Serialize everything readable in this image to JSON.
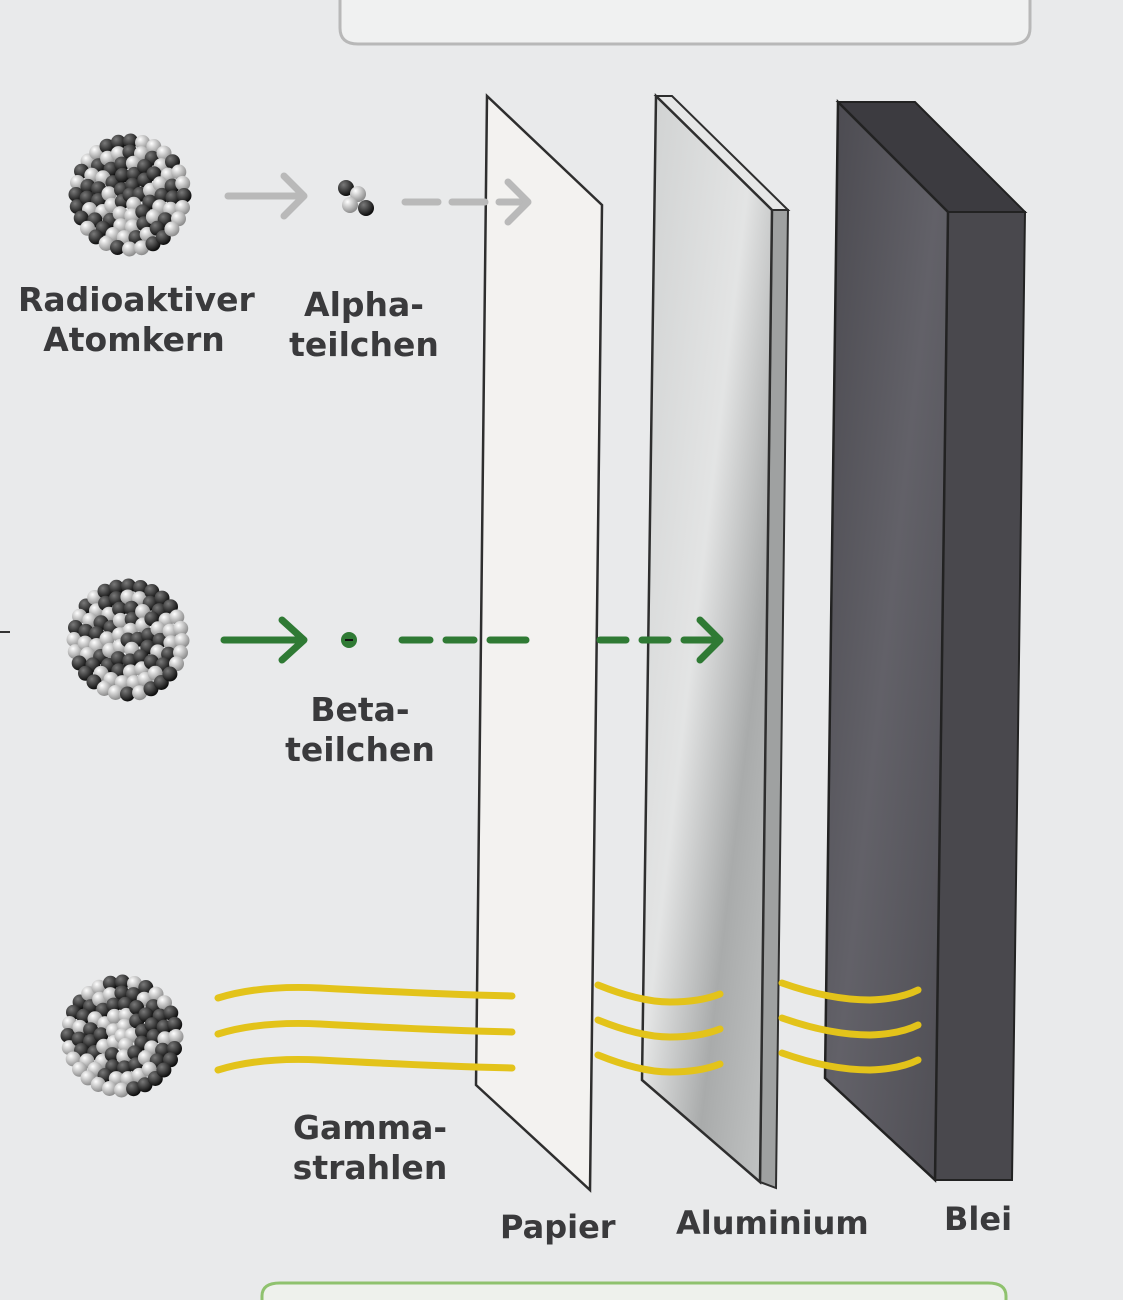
{
  "labels": {
    "nucleus": [
      "Radioaktiver",
      "Atomkern"
    ],
    "alpha": [
      "Alpha-",
      "teilchen"
    ],
    "beta": [
      "Beta-",
      "teilchen"
    ],
    "gamma": [
      "Gamma-",
      "strahlen"
    ]
  },
  "materials": {
    "paper": "Papier",
    "aluminium": "Aluminium",
    "lead": "Blei"
  },
  "colors": {
    "alpha_arrow": "#b9b9b9",
    "beta_arrow": "#2f7a34",
    "gamma_wave": "#e3c31a",
    "lead": "#55545a",
    "aluminium": "#b9bbbb",
    "paper": "#f3f2f0"
  }
}
